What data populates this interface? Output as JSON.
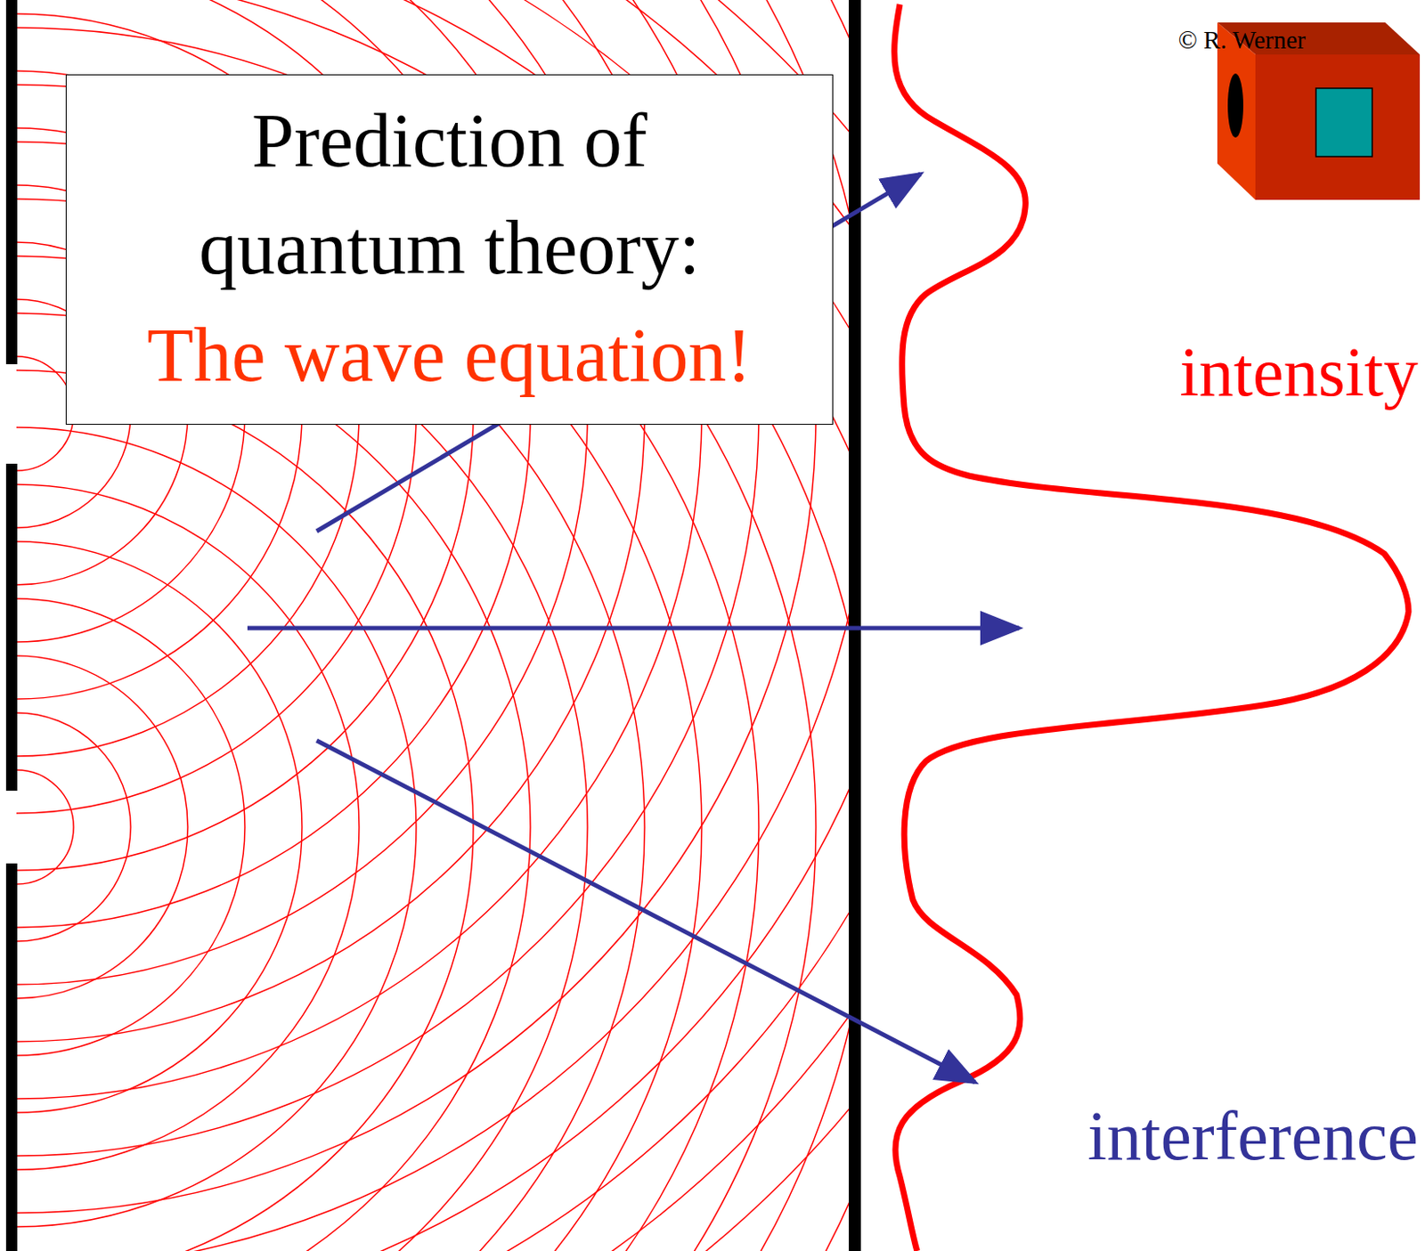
{
  "diagram": {
    "nodes": [
      {
        "text": [
          "Prediction of quantum theory:",
          "The wave equation!"
        ]
      }
    ],
    "labels": [
      "© R. Werner",
      "intensity",
      "interference"
    ]
  }
}
